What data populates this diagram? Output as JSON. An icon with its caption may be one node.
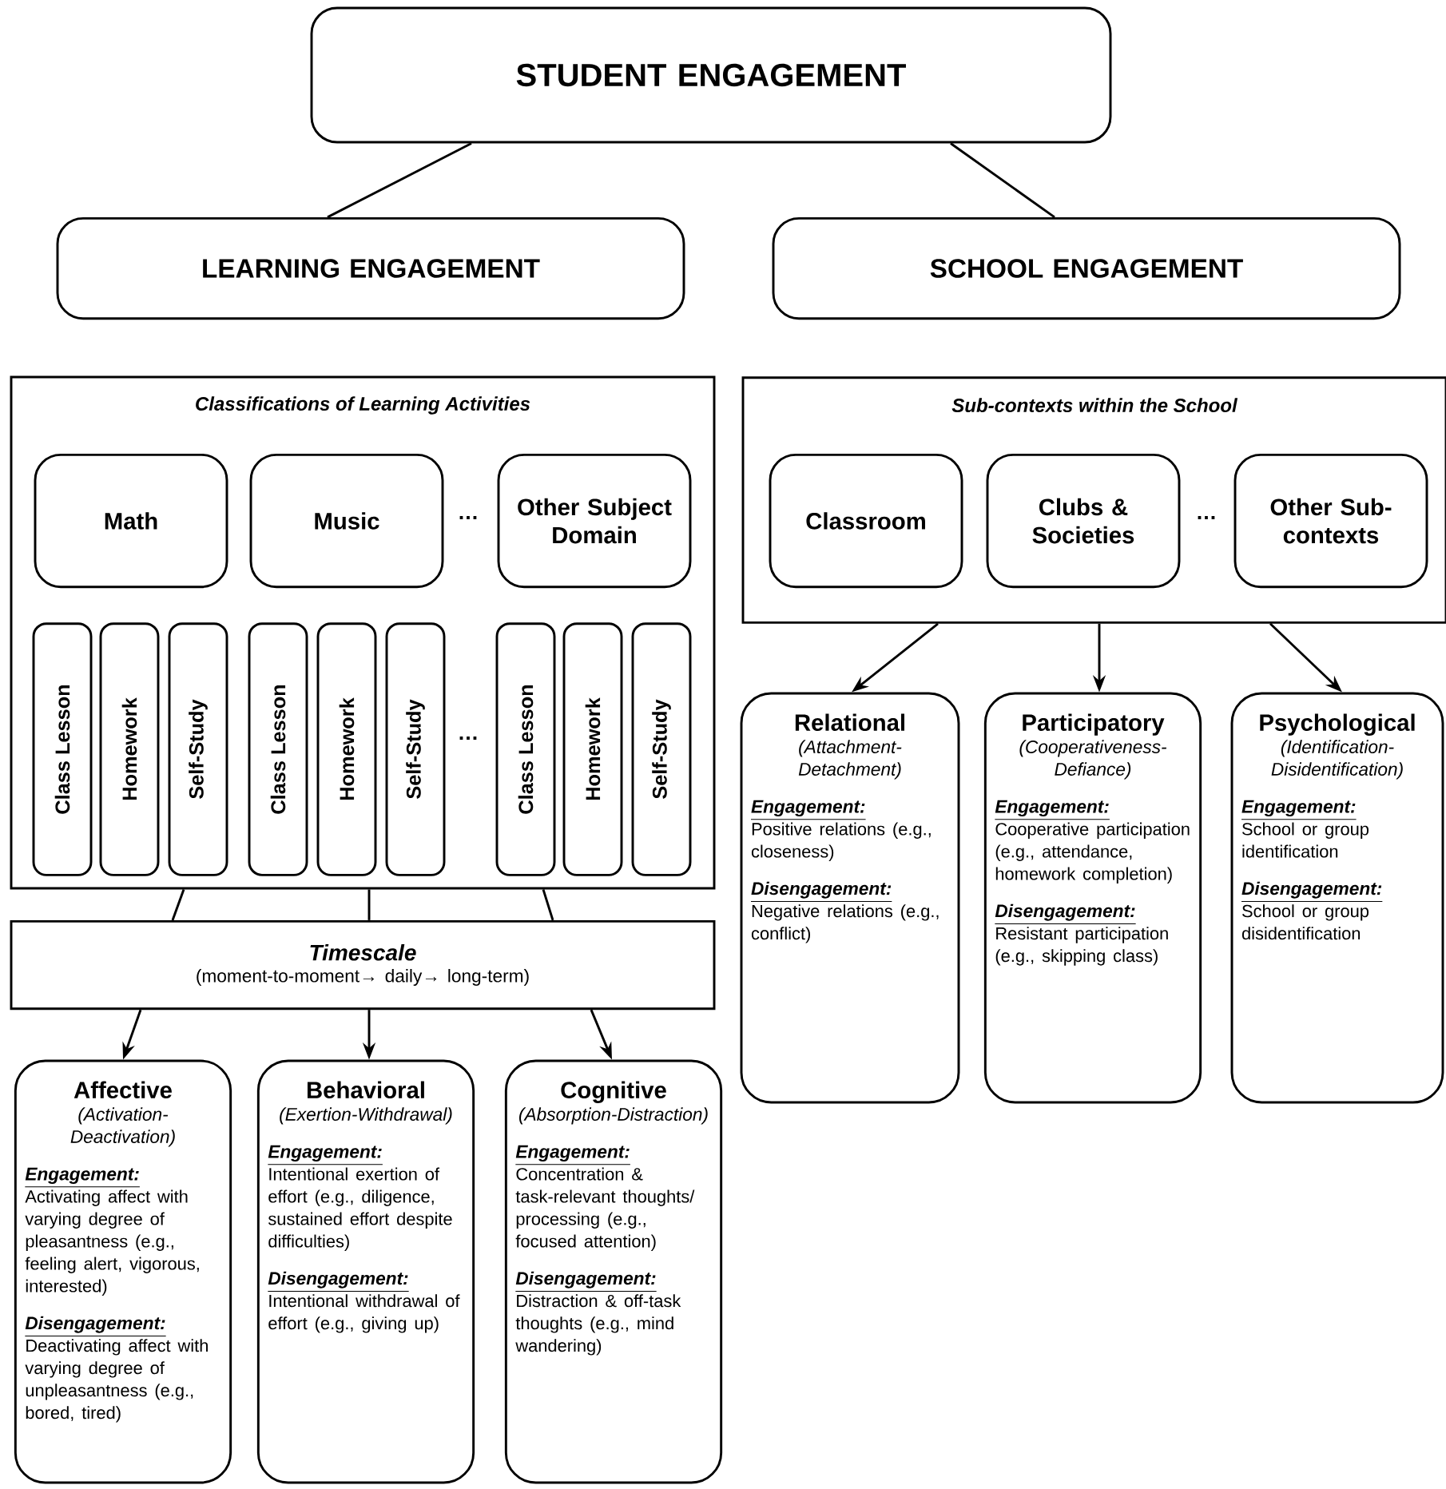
{
  "diagram": {
    "nodes": [
      {
        "text": [
          "STUDENT ENGAGEMENT"
        ]
      },
      {
        "text": [
          "LEARNING ENGAGEMENT"
        ]
      },
      {
        "text": [
          "SCHOOL ENGAGEMENT"
        ]
      },
      {
        "text": [
          "Classifications of Learning Activities"
        ]
      },
      {
        "text": [
          "Math"
        ],
        "in": 3
      },
      {
        "text": [
          "Music"
        ],
        "in": 3
      },
      {
        "text": [
          "Other Subject Domain"
        ],
        "in": 3
      },
      {
        "text": [
          "Class Lesson"
        ],
        "in": 3
      },
      {
        "text": [
          "Homework"
        ],
        "in": 3
      },
      {
        "text": [
          "Self-Study"
        ],
        "in": 3
      },
      {
        "text": [
          "Class Lesson"
        ],
        "in": 3
      },
      {
        "text": [
          "Homework"
        ],
        "in": 3
      },
      {
        "text": [
          "Self-Study"
        ],
        "in": 3
      },
      {
        "text": [
          "Class Lesson"
        ],
        "in": 3
      },
      {
        "text": [
          "Homework"
        ],
        "in": 3
      },
      {
        "text": [
          "Self-Study"
        ],
        "in": 3
      },
      {
        "text": [
          "Timescale",
          "(moment-to-moment→ daily→ long-term)"
        ]
      },
      {
        "text": [
          "Affective",
          "(Activation-Deactivation)",
          "Engagement:",
          "Activating affect with varying degree of pleasantness (e.g., feeling alert, vigorous, interested)",
          "Disengagement:",
          "Deactivating affect with varying degree of unpleasantness (e.g., bored, tired)"
        ]
      },
      {
        "text": [
          "Behavioral",
          "(Exertion-Withdrawal)",
          "Engagement:",
          "Intentional exertion of effort (e.g., diligence, sustained effort despite difficulties)",
          "Disengagement:",
          "Intentional withdrawal of effort (e.g., giving up)"
        ]
      },
      {
        "text": [
          "Cognitive",
          "(Absorption-Distraction)",
          "Engagement:",
          "Concentration & task-relevant thoughts/ processing (e.g., focused attention)",
          "Disengagement:",
          "Distraction & off-task thoughts (e.g., mind wandering)"
        ]
      },
      {
        "text": [
          "Sub-contexts within the School"
        ]
      },
      {
        "text": [
          "Classroom"
        ],
        "in": 20
      },
      {
        "text": [
          "Clubs & Societies"
        ],
        "in": 20
      },
      {
        "text": [
          "Other Sub-contexts"
        ],
        "in": 20
      },
      {
        "text": [
          "Relational",
          "(Attachment-Detachment)",
          "Engagement:",
          "Positive relations (e.g., closeness)",
          "Disengagement:",
          "Negative relations (e.g., conflict)"
        ]
      },
      {
        "text": [
          "Participatory",
          "(Cooperativeness-Defiance)",
          "Engagement:",
          "Cooperative participation (e.g., attendance, homework completion)",
          "Disengagement:",
          "Resistant participation (e.g., skipping class)"
        ]
      },
      {
        "text": [
          "Psychological",
          "(Identification-Disidentification)",
          "Engagement:",
          "School or group identification",
          "Disengagement:",
          "School or group disidentification"
        ]
      }
    ],
    "edges": [
      {
        "from": 0,
        "to": 1,
        "arrow": "none"
      },
      {
        "from": 0,
        "to": 2,
        "arrow": "none"
      },
      {
        "from": 3,
        "to": 16,
        "arrow": "none"
      },
      {
        "from": 3,
        "to": 16,
        "arrow": "none"
      },
      {
        "from": 3,
        "to": 16,
        "arrow": "none"
      },
      {
        "from": 16,
        "to": 17,
        "arrow": "to"
      },
      {
        "from": 16,
        "to": 18,
        "arrow": "to"
      },
      {
        "from": 16,
        "to": 19,
        "arrow": "to"
      },
      {
        "from": 20,
        "to": 24,
        "arrow": "to"
      },
      {
        "from": 20,
        "to": 25,
        "arrow": "to"
      },
      {
        "from": 20,
        "to": 26,
        "arrow": "to"
      }
    ],
    "labels": [
      "…",
      "…",
      "…"
    ]
  }
}
